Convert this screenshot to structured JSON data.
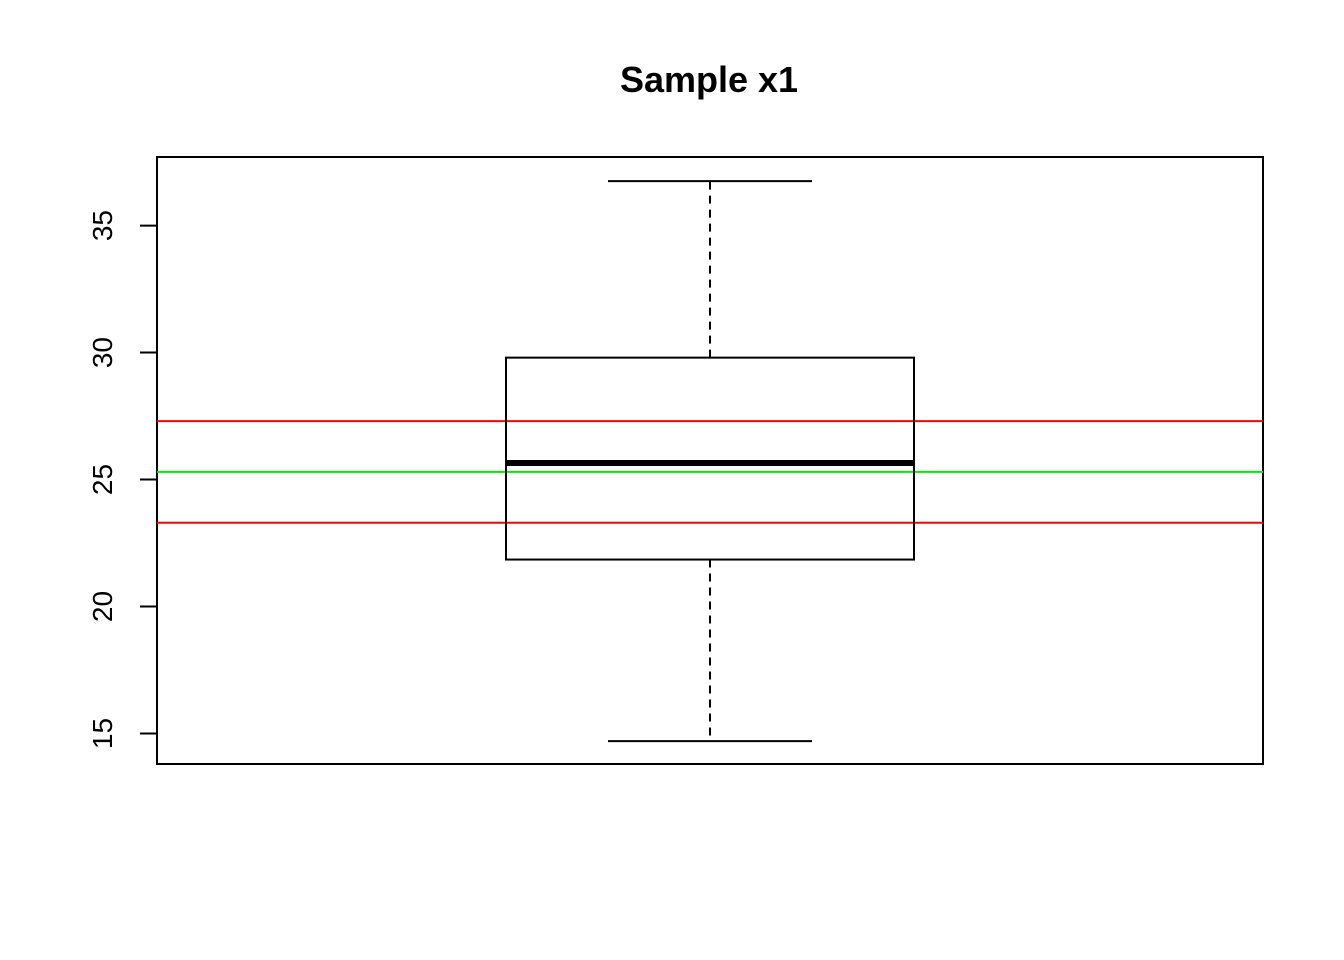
{
  "chart_data": {
    "type": "box",
    "title": "Sample x1",
    "xlabel": "",
    "ylabel": "",
    "ylim": [
      13.8,
      37.7
    ],
    "yticks": [
      15,
      20,
      25,
      30,
      35
    ],
    "box": {
      "min": 14.7,
      "q1": 21.85,
      "median": 25.65,
      "q3": 29.8,
      "max": 36.75
    },
    "reference_lines": [
      {
        "value": 27.3,
        "color": "#ff0000"
      },
      {
        "value": 25.3,
        "color": "#00ee00"
      },
      {
        "value": 23.3,
        "color": "#ff0000"
      }
    ],
    "colors": {
      "axis": "#000000",
      "box": "#000000",
      "lower_upper_bounds": "#ff0000",
      "center_line": "#00ee00"
    }
  }
}
